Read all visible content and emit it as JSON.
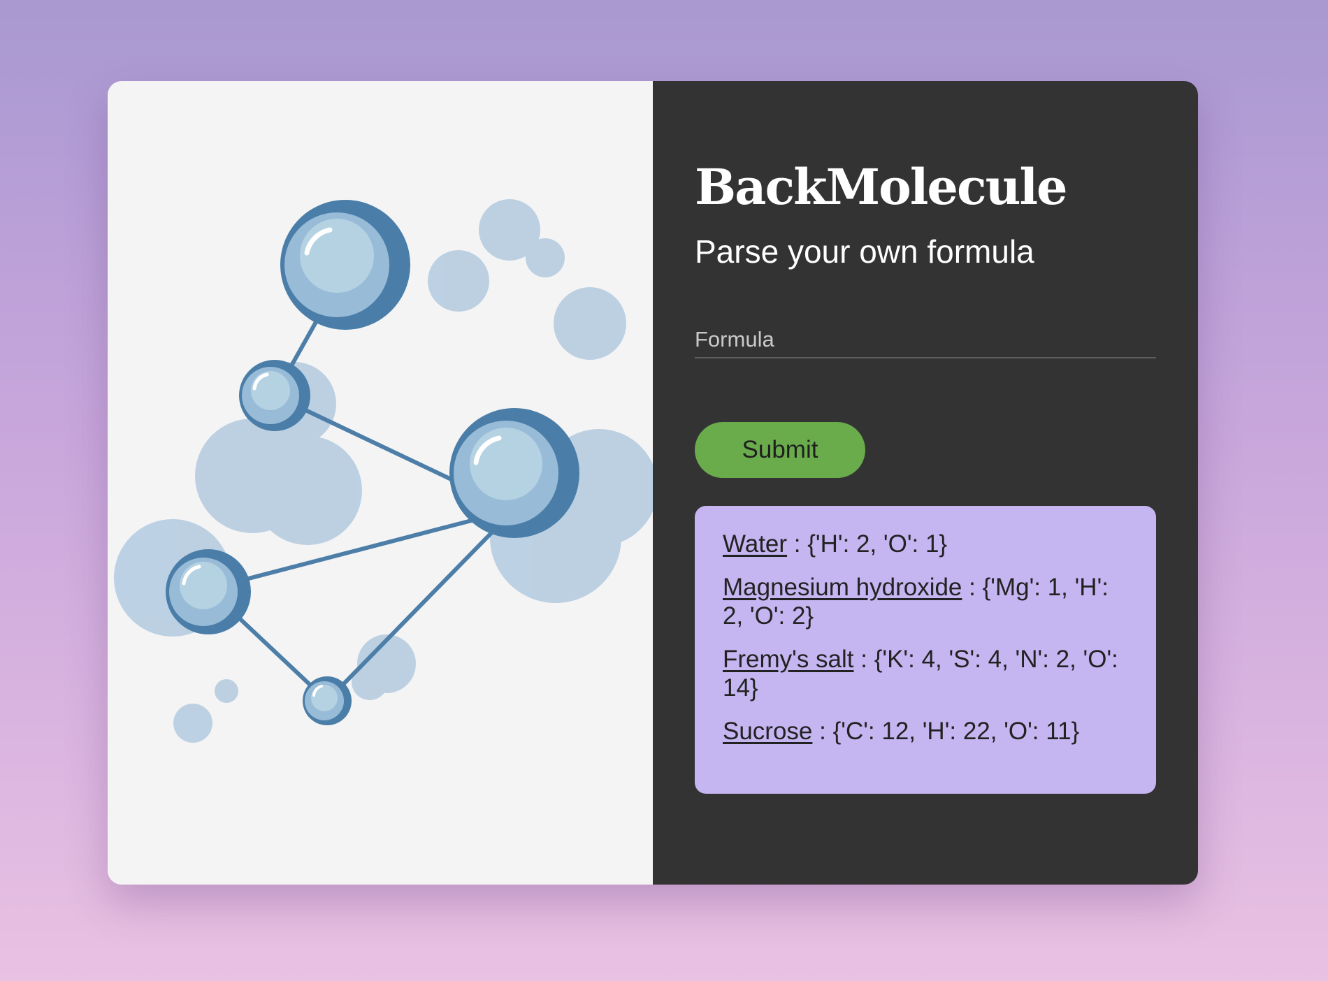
{
  "header": {
    "title": "BackMolecule",
    "subtitle": "Parse your own formula"
  },
  "form": {
    "formula_placeholder": "Formula",
    "formula_value": "",
    "submit_label": "Submit"
  },
  "results": [
    {
      "name": "Water",
      "separator": " : ",
      "parsed": "{'H': 2, 'O': 1}"
    },
    {
      "name": "Magnesium hydroxide",
      "separator": " : ",
      "parsed": "{'Mg': 1, 'H': 2, 'O': 2}"
    },
    {
      "name": "Fremy's salt",
      "separator": " : ",
      "parsed": "{'K': 4, 'S': 4, 'N': 2, 'O': 14}"
    },
    {
      "name": "Sucrose",
      "separator": " : ",
      "parsed": "{'C': 12, 'H': 22, 'O': 11}"
    }
  ],
  "colors": {
    "accent_button": "#6aac4c",
    "results_background": "#c5b6f2",
    "panel_dark": "#333333",
    "molecule_blue": "#4d7ea8"
  },
  "illustration": {
    "icon": "molecule-illustration"
  }
}
